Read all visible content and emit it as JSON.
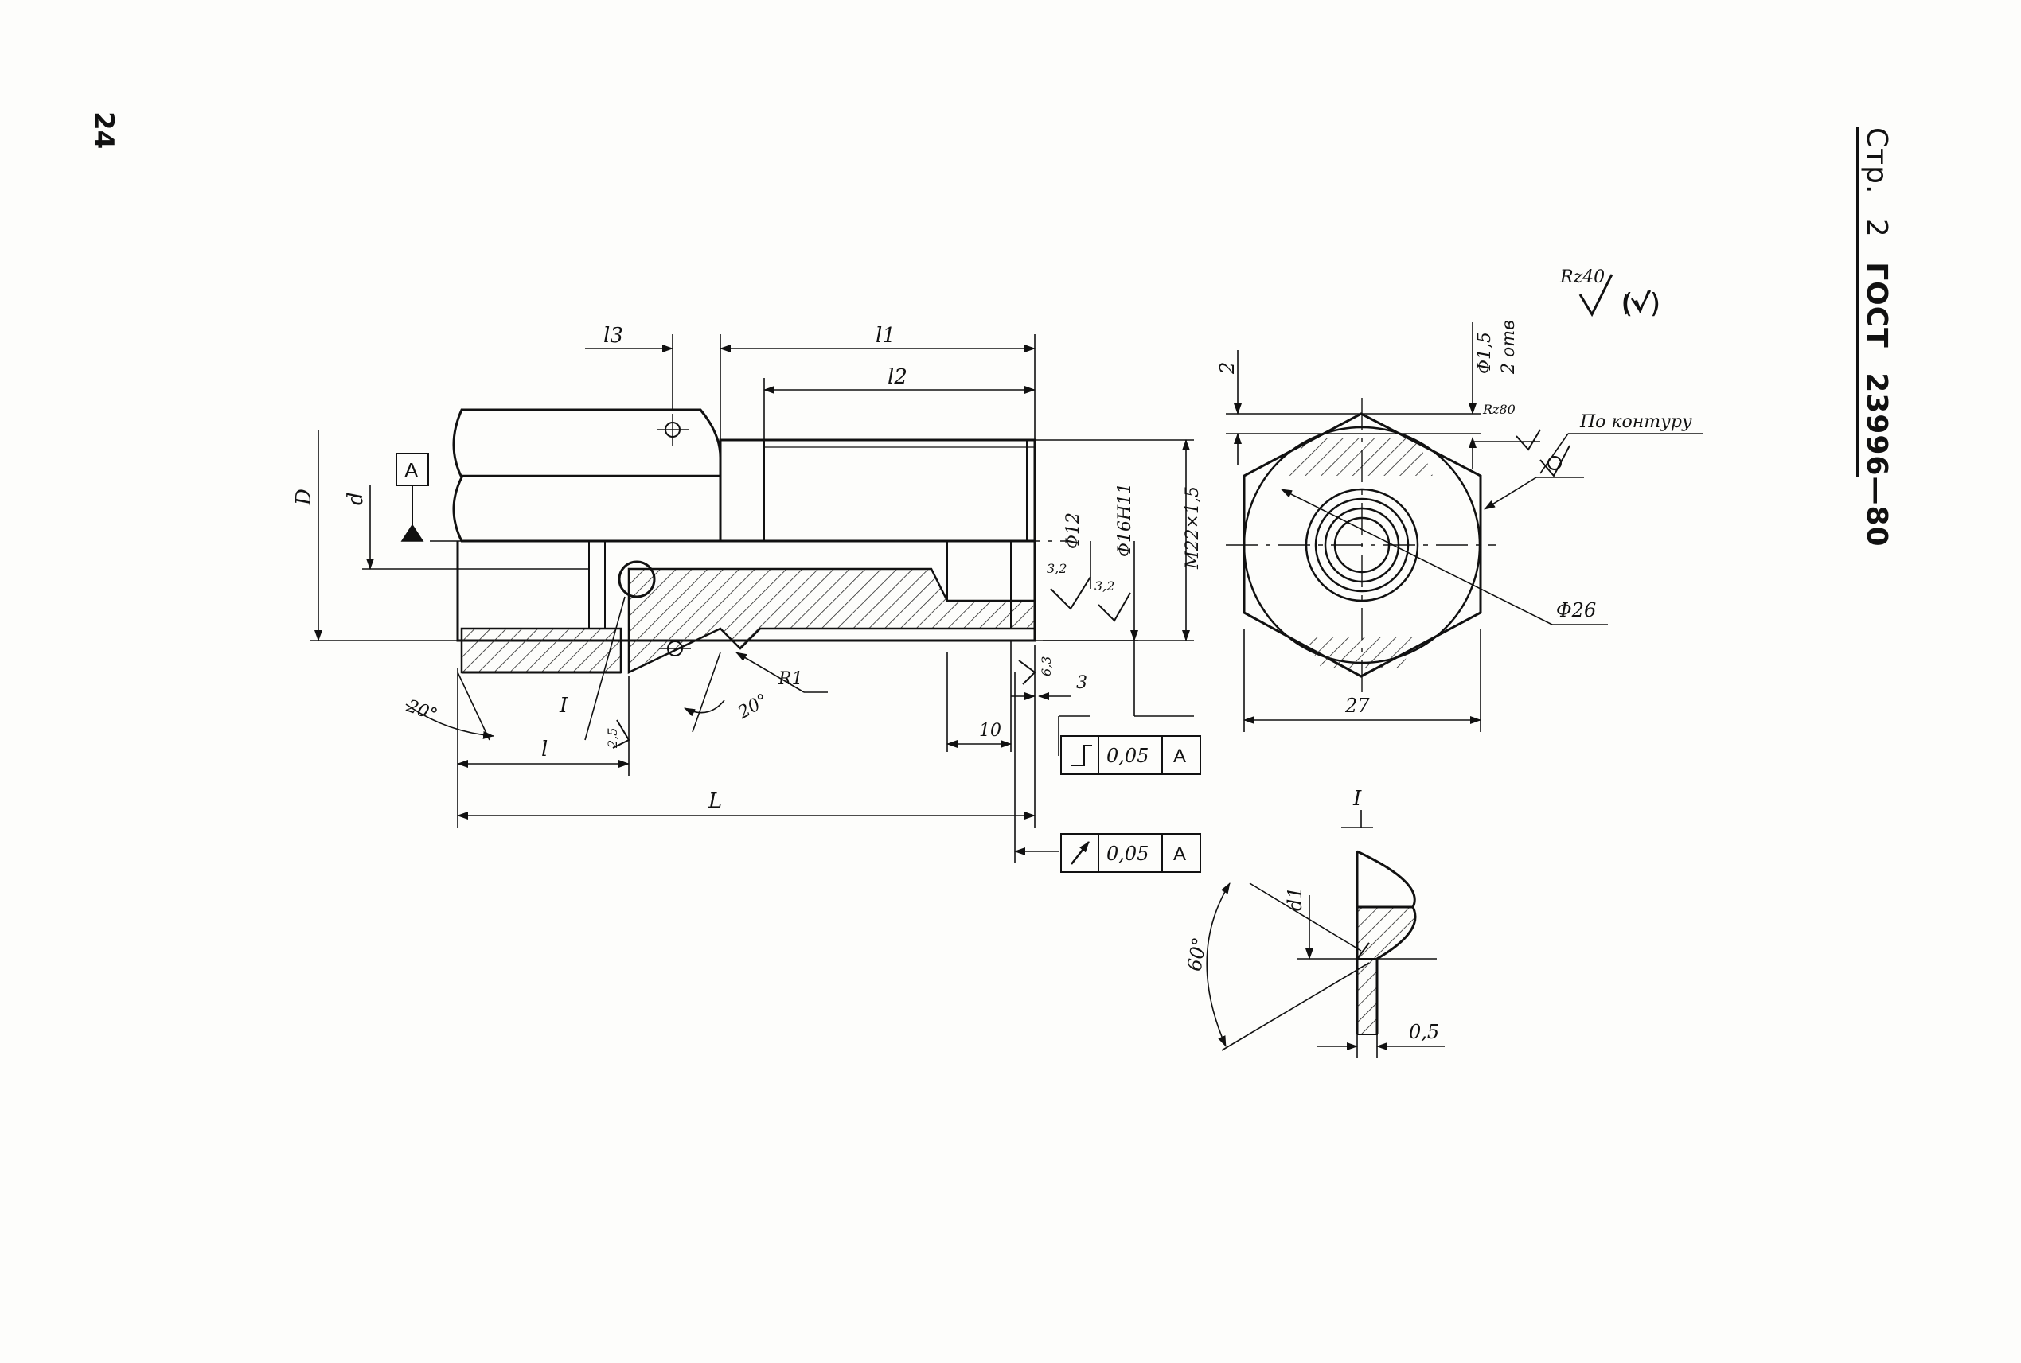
{
  "page": {
    "page_number": "24",
    "header": {
      "page_label": "Стр.",
      "page_value": "2",
      "standard": "ГОСТ",
      "standard_number": "23996—80"
    }
  },
  "roughness": {
    "general": "Rz40",
    "general_bracket": "(√)",
    "hex_face": "Rz80",
    "contour_note": "По контуру"
  },
  "datum": {
    "label": "A"
  },
  "side_view": {
    "dims": {
      "l3": "l3",
      "l1": "l1",
      "l2": "l2",
      "D": "D",
      "d": "d",
      "phi12": "Φ12",
      "phi16": "Φ16H11",
      "thread": "M22×1,5",
      "r32a": "3,2",
      "r32b": "3,2",
      "r63": "6,3",
      "three": "3",
      "ten": "10",
      "l": "l",
      "L": "L",
      "ang20a": "20°",
      "ang20b": "20°",
      "r1": "R1",
      "detail_ref": "I",
      "chamfer": "2,5"
    },
    "tolerances": [
      {
        "symbol": "runout-total-icon",
        "value": "0,05",
        "datum": "A"
      },
      {
        "symbol": "runout-icon",
        "value": "0,05",
        "datum": "A"
      }
    ]
  },
  "end_view": {
    "dims": {
      "two": "2",
      "phi15": "Φ1,5",
      "holes": "2 отв",
      "phi26": "Φ26",
      "width": "27"
    }
  },
  "detail": {
    "title": "I",
    "d1": "d1",
    "angle": "60°",
    "offset": "0,5"
  }
}
